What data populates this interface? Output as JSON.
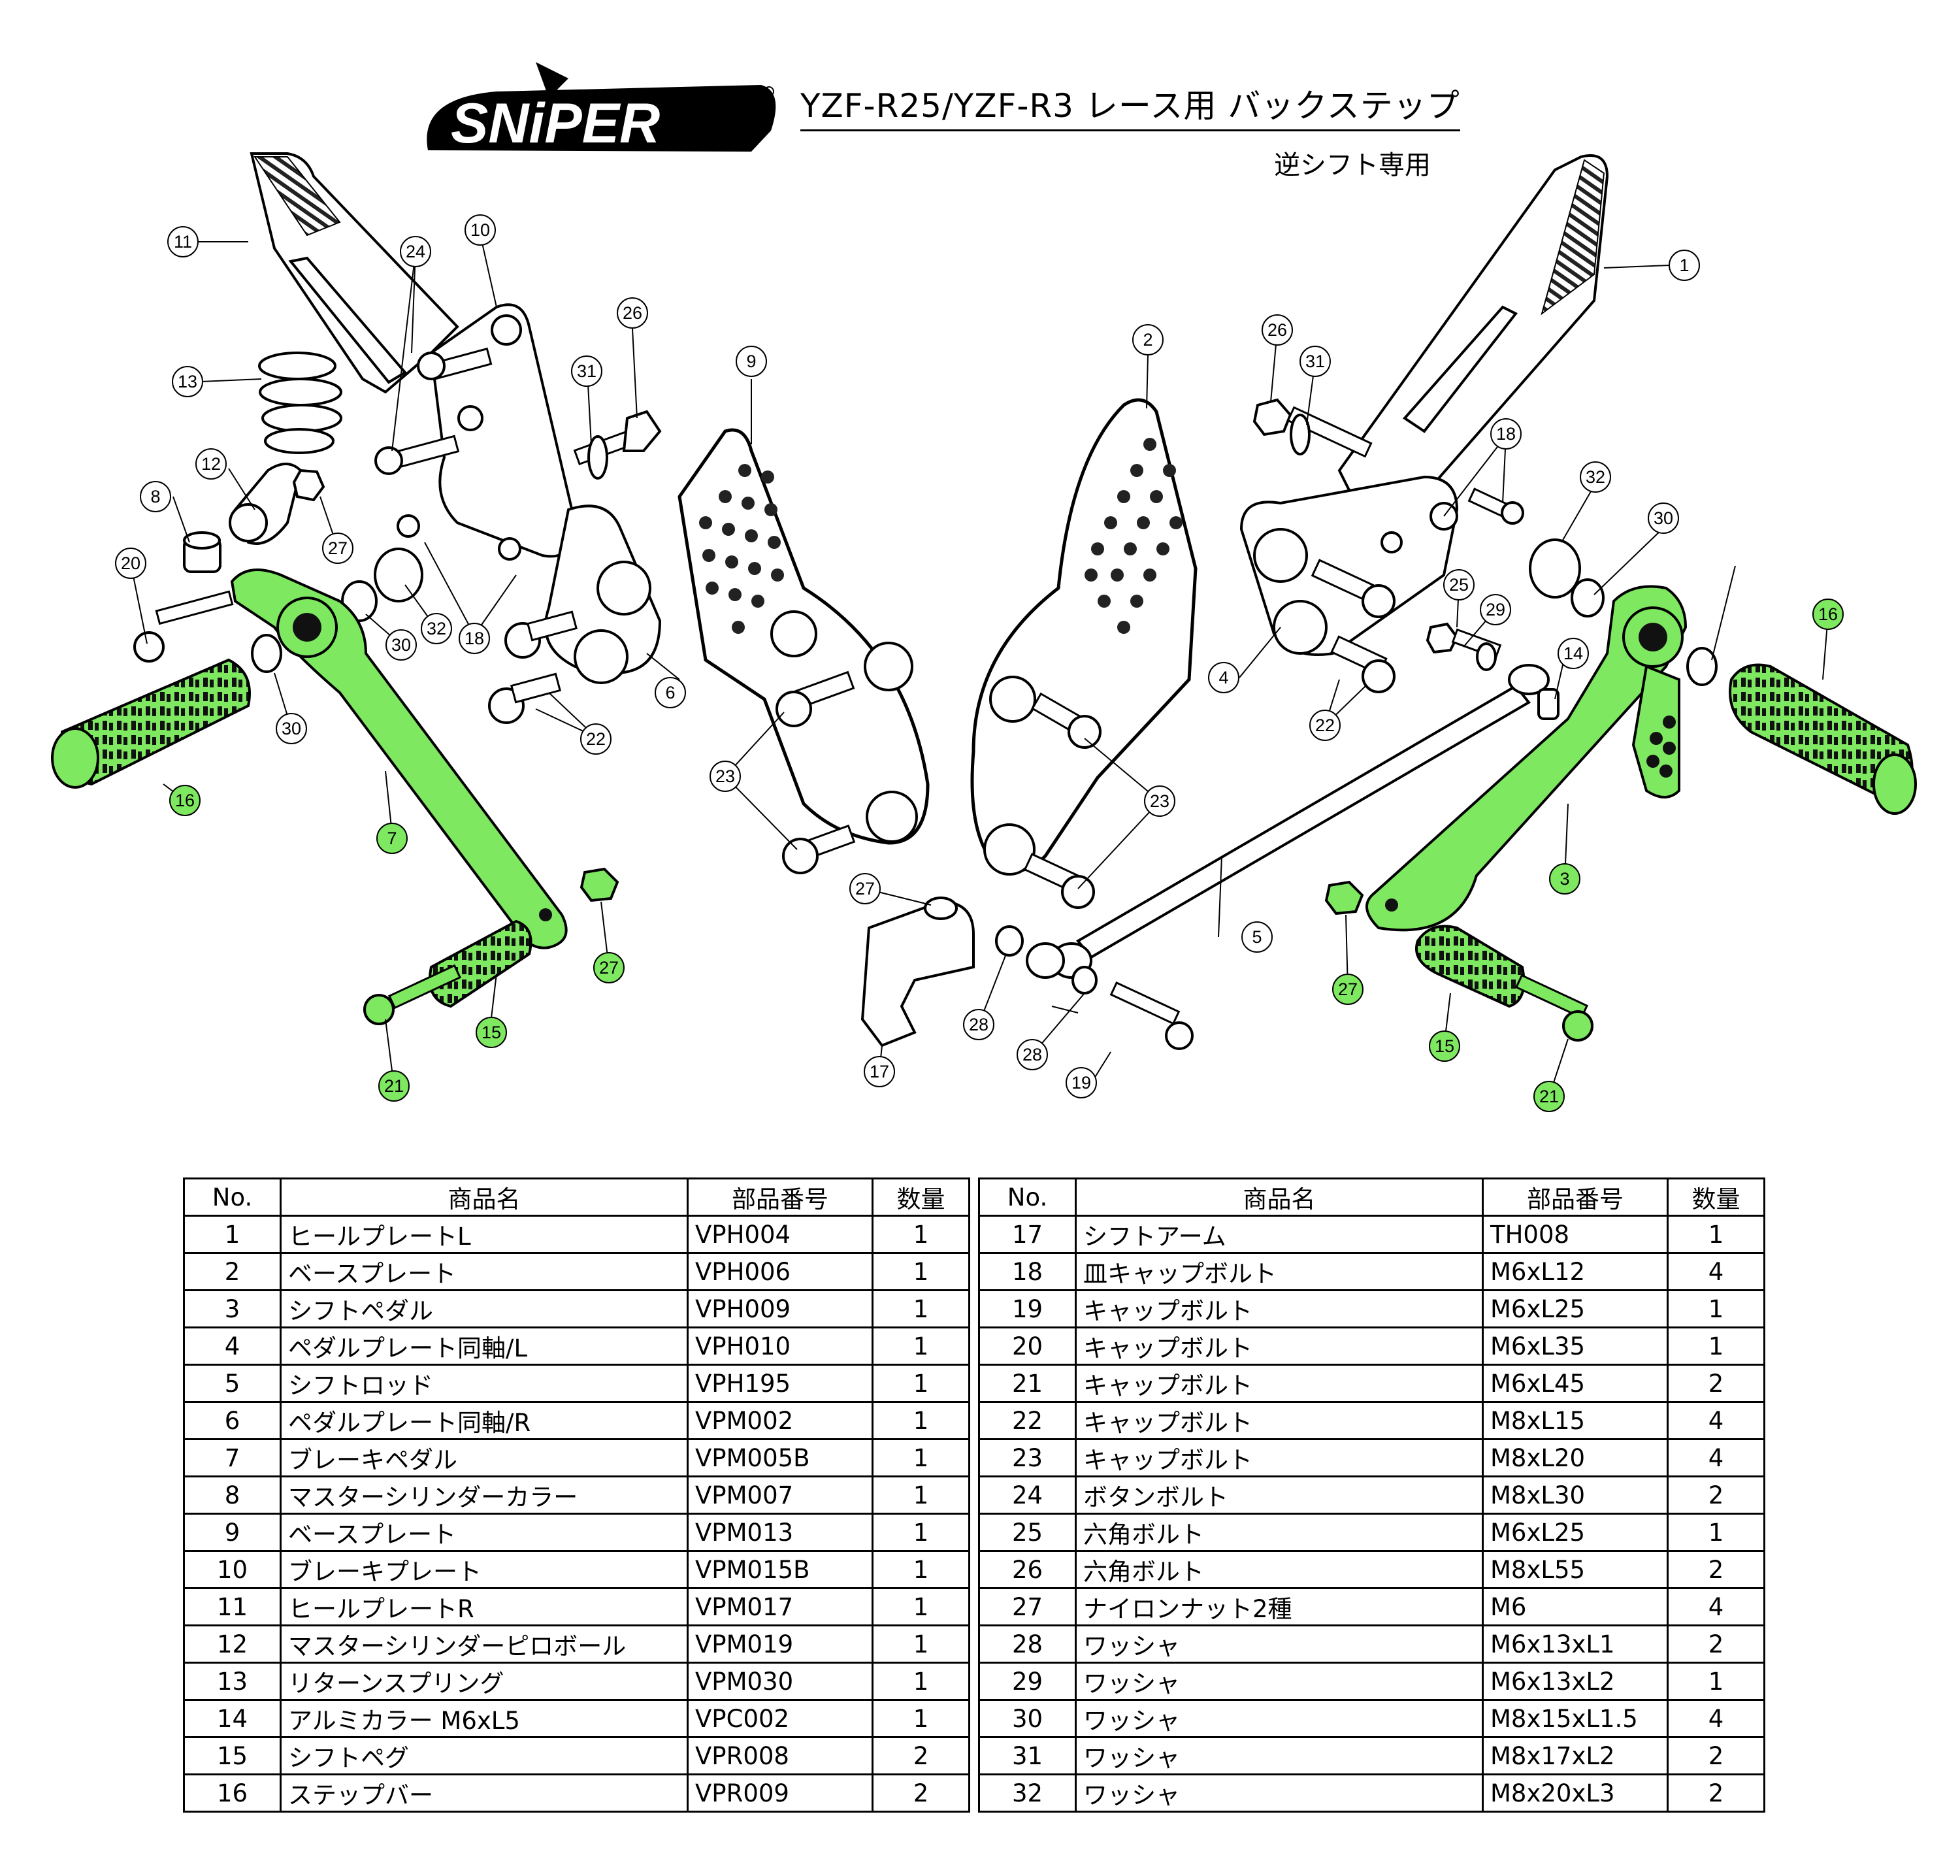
{
  "header": {
    "brand": "SNiPER",
    "title": "YZF-R25/YZF-R3 レース用 バックステップ",
    "subtitle": "逆シフト専用"
  },
  "colors": {
    "highlight": "#7ee860",
    "outline": "#000000",
    "background": "#ffffff"
  },
  "callouts": [
    "1",
    "2",
    "3",
    "4",
    "5",
    "6",
    "7",
    "8",
    "9",
    "10",
    "11",
    "12",
    "13",
    "14",
    "15",
    "15",
    "16",
    "16",
    "17",
    "18",
    "18",
    "19",
    "20",
    "21",
    "21",
    "22",
    "22",
    "23",
    "23",
    "24",
    "25",
    "26",
    "26",
    "27",
    "27",
    "27",
    "27",
    "28",
    "28",
    "29",
    "30",
    "30",
    "30",
    "31",
    "31",
    "32",
    "32"
  ],
  "table": {
    "headers": [
      "No.",
      "商品名",
      "部品番号",
      "数量",
      "No.",
      "商品名",
      "部品番号",
      "数量"
    ],
    "left": [
      {
        "no": "1",
        "name": "ヒールプレートL",
        "code": "VPH004",
        "qty": "1"
      },
      {
        "no": "2",
        "name": "ベースプレート",
        "code": "VPH006",
        "qty": "1"
      },
      {
        "no": "3",
        "name": "シフトペダル",
        "code": "VPH009",
        "qty": "1"
      },
      {
        "no": "4",
        "name": "ペダルプレート同軸/L",
        "code": "VPH010",
        "qty": "1"
      },
      {
        "no": "5",
        "name": "シフトロッド",
        "code": "VPH195",
        "qty": "1"
      },
      {
        "no": "6",
        "name": "ペダルプレート同軸/R",
        "code": "VPM002",
        "qty": "1"
      },
      {
        "no": "7",
        "name": "ブレーキペダル",
        "code": "VPM005B",
        "qty": "1"
      },
      {
        "no": "8",
        "name": "マスターシリンダーカラー",
        "code": "VPM007",
        "qty": "1"
      },
      {
        "no": "9",
        "name": "ベースプレート",
        "code": "VPM013",
        "qty": "1"
      },
      {
        "no": "10",
        "name": "ブレーキプレート",
        "code": "VPM015B",
        "qty": "1"
      },
      {
        "no": "11",
        "name": "ヒールプレートR",
        "code": "VPM017",
        "qty": "1"
      },
      {
        "no": "12",
        "name": "マスターシリンダーピロボール",
        "code": "VPM019",
        "qty": "1"
      },
      {
        "no": "13",
        "name": "リターンスプリング",
        "code": "VPM030",
        "qty": "1"
      },
      {
        "no": "14",
        "name": "アルミカラー M6xL5",
        "code": "VPC002",
        "qty": "1"
      },
      {
        "no": "15",
        "name": "シフトペグ",
        "code": "VPR008",
        "qty": "2"
      },
      {
        "no": "16",
        "name": "ステップバー",
        "code": "VPR009",
        "qty": "2"
      }
    ],
    "right": [
      {
        "no": "17",
        "name": "シフトアーム",
        "code": "TH008",
        "qty": "1"
      },
      {
        "no": "18",
        "name": "皿キャップボルト",
        "code": "M6xL12",
        "qty": "4"
      },
      {
        "no": "19",
        "name": "キャップボルト",
        "code": "M6xL25",
        "qty": "1"
      },
      {
        "no": "20",
        "name": "キャップボルト",
        "code": "M6xL35",
        "qty": "1"
      },
      {
        "no": "21",
        "name": "キャップボルト",
        "code": "M6xL45",
        "qty": "2"
      },
      {
        "no": "22",
        "name": "キャップボルト",
        "code": "M8xL15",
        "qty": "4"
      },
      {
        "no": "23",
        "name": "キャップボルト",
        "code": "M8xL20",
        "qty": "4"
      },
      {
        "no": "24",
        "name": "ボタンボルト",
        "code": "M8xL30",
        "qty": "2"
      },
      {
        "no": "25",
        "name": "六角ボルト",
        "code": "M6xL25",
        "qty": "1"
      },
      {
        "no": "26",
        "name": "六角ボルト",
        "code": "M8xL55",
        "qty": "2"
      },
      {
        "no": "27",
        "name": "ナイロンナット2種",
        "code": "M6",
        "qty": "4"
      },
      {
        "no": "28",
        "name": "ワッシャ",
        "code": "M6x13xL1",
        "qty": "2"
      },
      {
        "no": "29",
        "name": "ワッシャ",
        "code": "M6x13xL2",
        "qty": "1"
      },
      {
        "no": "30",
        "name": "ワッシャ",
        "code": "M8x15xL1.5",
        "qty": "4"
      },
      {
        "no": "31",
        "name": "ワッシャ",
        "code": "M8x17xL2",
        "qty": "2"
      },
      {
        "no": "32",
        "name": "ワッシャ",
        "code": "M8x20xL3",
        "qty": "2"
      }
    ]
  }
}
